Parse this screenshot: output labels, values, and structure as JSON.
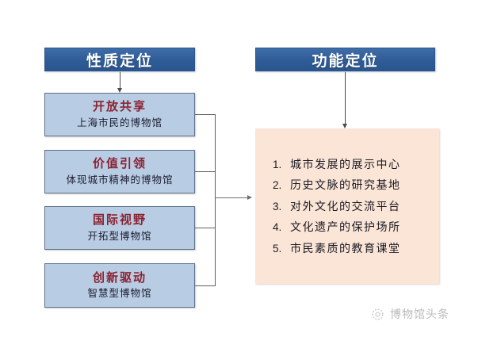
{
  "colors": {
    "header_blue": "#2F5C96",
    "box_blue": "#B8CCE4",
    "box_border": "#5E718B",
    "title_red": "#8B2230",
    "peach": "#FBE5D6",
    "connector": "#606060"
  },
  "left_column": {
    "header": "性质定位",
    "boxes": [
      {
        "title": "开放共享",
        "subtitle": "上海市民的博物馆"
      },
      {
        "title": "价值引领",
        "subtitle": "体现城市精神的博物馆"
      },
      {
        "title": "国际视野",
        "subtitle": "开拓型博物馆"
      },
      {
        "title": "创新驱动",
        "subtitle": "智慧型博物馆"
      }
    ]
  },
  "right_column": {
    "header": "功能定位",
    "list": [
      {
        "num": "1.",
        "text": "城市发展的展示中心"
      },
      {
        "num": "2.",
        "text": "历史文脉的研究基地"
      },
      {
        "num": "3.",
        "text": "对外文化的交流平台"
      },
      {
        "num": "4.",
        "text": "文化遗产的保护场所"
      },
      {
        "num": "5.",
        "text": "市民素质的教育课堂"
      }
    ]
  },
  "watermark": {
    "label": "博物馆头条",
    "icon": "circular-logo-mark"
  }
}
